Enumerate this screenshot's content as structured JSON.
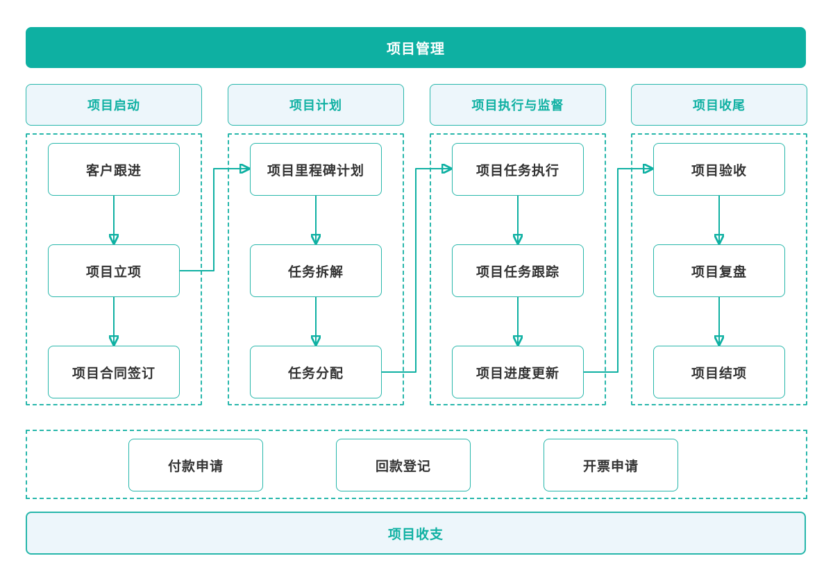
{
  "colors": {
    "teal": "#0EB0A2",
    "teal_border": "#26B6AA",
    "light_blue_bg": "#EDF6FB",
    "node_text": "#333333",
    "banner_text": "#FFFFFF"
  },
  "top_banner": {
    "title": "项目管理"
  },
  "columns": [
    {
      "label": "项目启动",
      "nodes": [
        "客户跟进",
        "项目立项",
        "项目合同签订"
      ]
    },
    {
      "label": "项目计划",
      "nodes": [
        "项目里程碑计划",
        "任务拆解",
        "任务分配"
      ]
    },
    {
      "label": "项目执行与监督",
      "nodes": [
        "项目任务执行",
        "项目任务跟踪",
        "项目进度更新"
      ]
    },
    {
      "label": "项目收尾",
      "nodes": [
        "项目验收",
        "项目复盘",
        "项目结项"
      ]
    }
  ],
  "finance_row": {
    "nodes": [
      "付款申请",
      "回款登记",
      "开票申请"
    ]
  },
  "bottom_banner": {
    "title": "项目收支"
  }
}
